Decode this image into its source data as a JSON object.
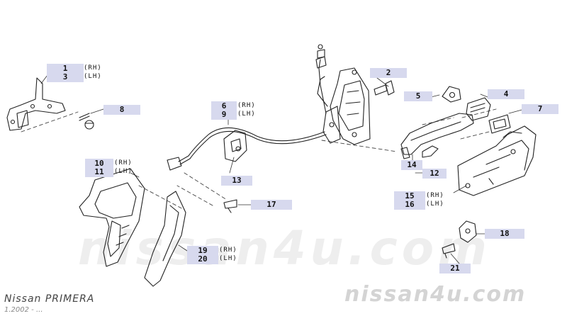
{
  "watermark": "nissan4u.com",
  "footer": {
    "model": "Nissan PRIMERA",
    "date": "1.2002 - ..."
  },
  "side_rh": "(RH)",
  "side_lh": "(LH)",
  "callouts": {
    "p1": "1",
    "p3": "3",
    "p2": "2",
    "p8": "8",
    "p6": "6",
    "p9": "9",
    "p5": "5",
    "p4": "4",
    "p7": "7",
    "p13": "13",
    "p10": "10",
    "p11": "11",
    "p14": "14",
    "p12": "12",
    "p15": "15",
    "p16": "16",
    "p17": "17",
    "p18": "18",
    "p19": "19",
    "p20": "20",
    "p21": "21"
  }
}
